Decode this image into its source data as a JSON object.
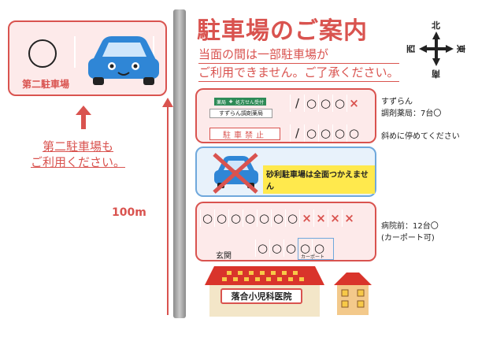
{
  "title": "駐車場のご案内",
  "subtitle": {
    "line1": "当面の間は一部駐車場が",
    "line2": "ご利用できません。ご了承ください。"
  },
  "compass": {
    "north": "北",
    "east": "東",
    "south": "南",
    "west": "西"
  },
  "second_lot": {
    "label": "第二駐車場",
    "guide_line1": "第二駐車場も",
    "guide_line2": "ご利用ください。"
  },
  "distance_label": "100m",
  "main_lot": {
    "pharmacy_sign_left": "薬局",
    "pharmacy_sign_right": "処方せん受付",
    "pharmacy_name": "すずらん調剤薬局",
    "no_parking": "駐車禁止",
    "row1": [
      "/",
      "○",
      "○",
      "○",
      "×"
    ],
    "row2": [
      "/",
      "○",
      "○",
      "○",
      "○"
    ]
  },
  "notes": {
    "suzuran_line1": "すずらん",
    "suzuran_line2": "調剤薬局：7台〇",
    "park_diagonal": "斜めに停めてください",
    "hosp_line1": "病院前：12台〇",
    "hosp_line2": "(カーポート可)"
  },
  "gravel_lot": {
    "label": "砂利駐車場は全面つかえません"
  },
  "hospital_lot": {
    "row1": [
      "○",
      "○",
      "○",
      "○",
      "○",
      "○",
      "○",
      "×",
      "×",
      "×",
      "×"
    ],
    "row2": [
      "○",
      "○",
      "○",
      "○",
      "○"
    ],
    "carport_label": "カーポート",
    "entrance": "玄関"
  },
  "clinic_name": "落合小児科医院",
  "colors": {
    "accent_red": "#d9534f",
    "accent_blue": "#6fa8dc",
    "car_blue": "#2f86d6"
  }
}
